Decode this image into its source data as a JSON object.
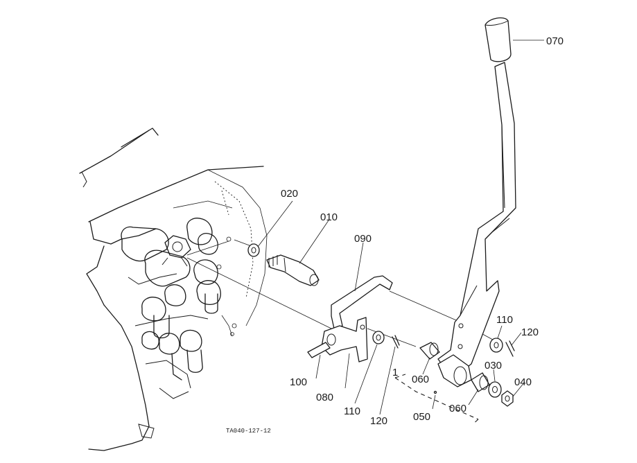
{
  "parts": {
    "p010": "010",
    "p020": "020",
    "p030": "030",
    "p040": "040",
    "p050": "050",
    "p060a": "060",
    "p060b": "060",
    "p070": "070",
    "p080": "080",
    "p090": "090",
    "p100": "100",
    "p110a": "110",
    "p110b": "110",
    "p120a": "120",
    "p120b": "120",
    "group1": "1"
  },
  "caption": "TA040-127-12"
}
